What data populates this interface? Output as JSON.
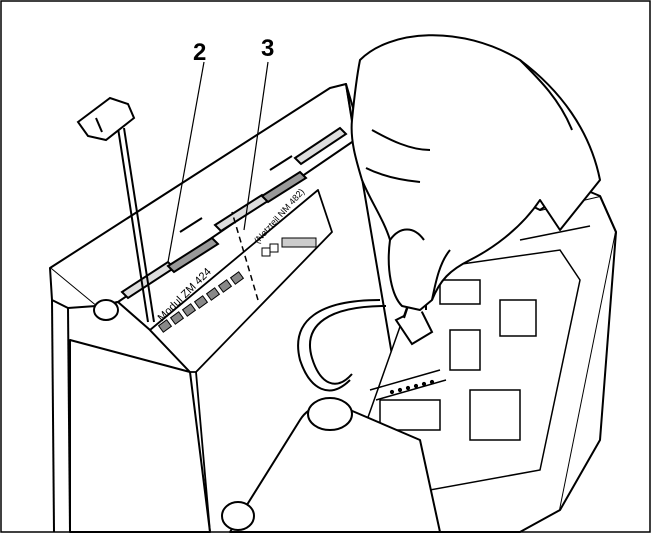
{
  "figure": {
    "callouts": [
      {
        "id": "2",
        "label": "2"
      },
      {
        "id": "3",
        "label": "3"
      }
    ],
    "module_label": "Modul ZM 424",
    "psu_label": "(Netzteil NM 482)"
  }
}
